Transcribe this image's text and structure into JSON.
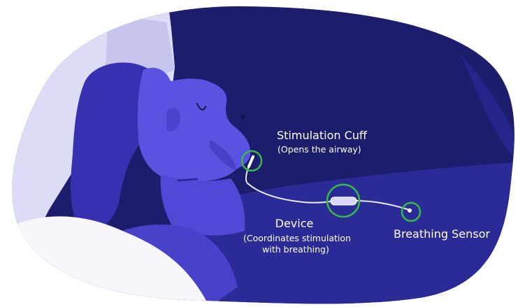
{
  "labels": {
    "stimulation_cuff": {
      "title": "Stimulation Cuff",
      "subtitle": "(Opens the airway)"
    },
    "device": {
      "title": "Device",
      "subtitle_line1": "(Coordinates stimulation",
      "subtitle_line2": "with breathing)"
    },
    "breathing_sensor": {
      "title": "Breathing Sensor"
    }
  },
  "colors": {
    "background_dark": "#1d1d6d",
    "background_mid": "#2b2b97",
    "pillow_light": "#dcdcf6",
    "skin": "#5a52e0",
    "hair": "#3731b2",
    "sheet": "#f6f6fb",
    "highlight_ring": "#39b54a",
    "lead_wire": "#e8e8f8"
  }
}
